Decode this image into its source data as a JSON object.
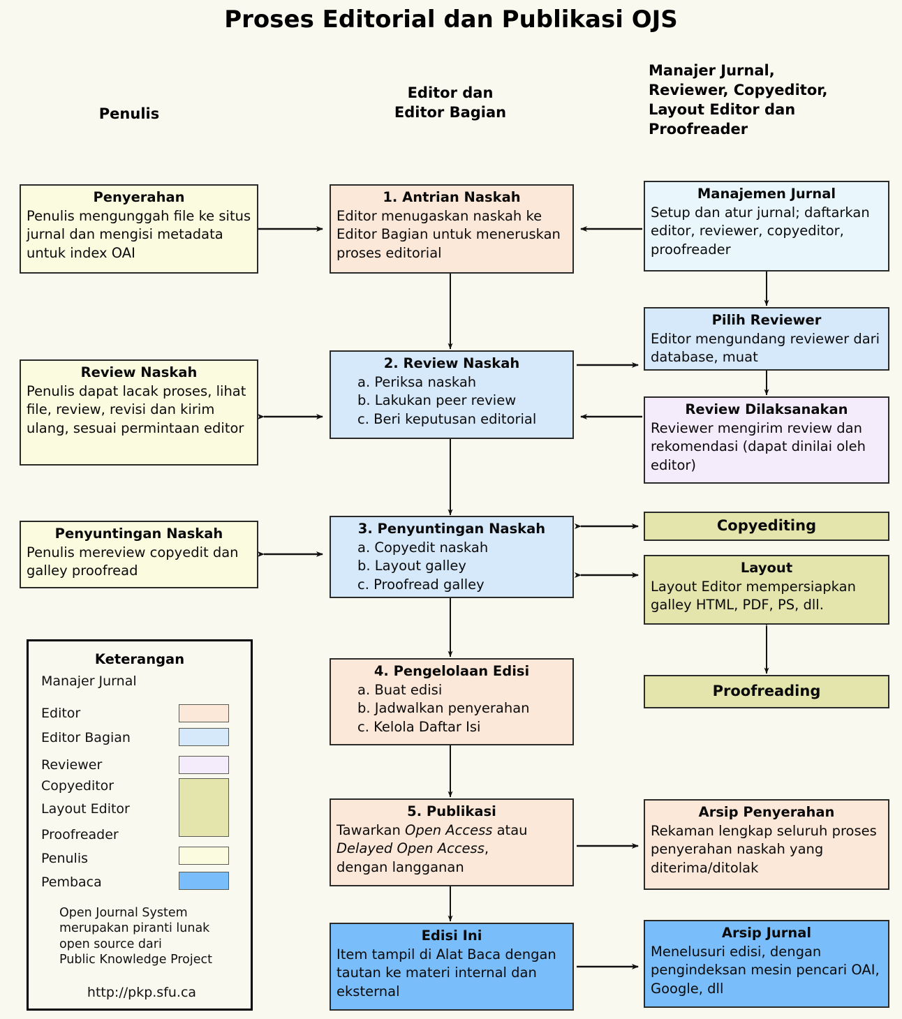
{
  "title": "Proses Editorial dan Publikasi OJS",
  "column_headers": {
    "author": "Penulis",
    "editor": "Editor dan\nEditor Bagian",
    "manager": "Manajer Jurnal,\nReviewer, Copyeditor,\nLayout Editor dan\nProofreader"
  },
  "boxes": {
    "penyerahan": {
      "title": "Penyerahan",
      "body": "Penulis mengunggah file ke situs jurnal dan mengisi metadata untuk index OAI",
      "color": "#fbfbe0"
    },
    "antrian_naskah": {
      "title": "1. Antrian Naskah",
      "body": "Editor menugaskan naskah ke Editor Bagian untuk meneruskan proses editorial",
      "color": "#fce8d8"
    },
    "manajemen_jurnal": {
      "title": "Manajemen Jurnal",
      "body": "Setup dan atur jurnal; daftarkan editor, reviewer, copyeditor, proofreader",
      "color": "#e9f7fc"
    },
    "pilih_reviewer": {
      "title": "Pilih Reviewer",
      "body": "Editor mengundang reviewer dari database, muat",
      "color": "#d6e9fb"
    },
    "review_naskah_author": {
      "title": "Review Naskah",
      "body": "Penulis dapat lacak proses, lihat file, review, revisi dan kirim ulang, sesuai permintaan editor",
      "color": "#fbfbe0"
    },
    "review_naskah": {
      "title": "2. Review Naskah",
      "items": "a. Periksa naskah\nb. Lakukan peer review\nc. Beri keputusan editorial",
      "color": "#d6e9fb"
    },
    "review_dilaksanakan": {
      "title": "Review Dilaksanakan",
      "body": "Reviewer mengirim review dan rekomendasi (dapat dinilai oleh editor)",
      "color": "#f4ebfb"
    },
    "penyuntingan_author": {
      "title": "Penyuntingan Naskah",
      "body": "Penulis mereview copyedit dan galley proofread",
      "color": "#fbfbe0"
    },
    "penyuntingan_naskah": {
      "title": "3. Penyuntingan Naskah",
      "items": "a. Copyedit naskah\nb. Layout galley\nc. Proofread galley",
      "color": "#d6e9fb"
    },
    "copyediting": {
      "title": "Copyediting",
      "color": "#e4e5ac"
    },
    "layout": {
      "title": "Layout",
      "body": "Layout Editor mempersiapkan galley HTML, PDF, PS, dll.",
      "color": "#e4e5ac"
    },
    "proofreading": {
      "title": "Proofreading",
      "color": "#e4e5ac"
    },
    "pengelolaan_edisi": {
      "title": "4. Pengelolaan Edisi",
      "items": "a. Buat edisi\nb. Jadwalkan penyerahan\nc. Kelola Daftar Isi",
      "color": "#fce8d8"
    },
    "publikasi": {
      "title": "5. Publikasi",
      "body_pre": "Tawarkan ",
      "body_em1": "Open Access",
      "body_mid": " atau\n",
      "body_em2": "Delayed Open Access",
      "body_post": ",\ndengan langganan",
      "color": "#fce8d8"
    },
    "arsip_penyerahan": {
      "title": "Arsip Penyerahan",
      "body": "Rekaman lengkap seluruh proses penyerahan naskah yang diterima/ditolak",
      "color": "#fce8d8"
    },
    "edisi_ini": {
      "title": "Edisi Ini",
      "body": "Item tampil di Alat Baca dengan tautan ke materi internal dan eksternal",
      "color": "#79bdfa"
    },
    "arsip_jurnal": {
      "title": "Arsip Jurnal",
      "body": "Menelusuri edisi, dengan pengindeksan mesin pencari OAI, Google, dll",
      "color": "#79bdfa"
    }
  },
  "legend": {
    "title": "Keterangan",
    "rows": [
      {
        "label": "Manajer Jurnal",
        "color": null
      },
      {
        "label": "Editor",
        "color": "#fce8d8"
      },
      {
        "label": "Editor Bagian",
        "color": "#d6e9fb"
      },
      {
        "label": "Reviewer",
        "color": "#f4ebfb"
      },
      {
        "label": "Copyeditor",
        "color": "#e4e5ac"
      },
      {
        "label": "Layout Editor",
        "color": "#e4e5ac"
      },
      {
        "label": "Proofreader",
        "color": "#e4e5ac"
      },
      {
        "label": "Penulis",
        "color": "#fbfbe0"
      },
      {
        "label": "Pembaca",
        "color": "#79bdfa"
      }
    ],
    "note": "Open Journal System\nmerupakan piranti lunak\nopen source dari\nPublic Knowledge Project",
    "url": "http://pkp.sfu.ca"
  }
}
